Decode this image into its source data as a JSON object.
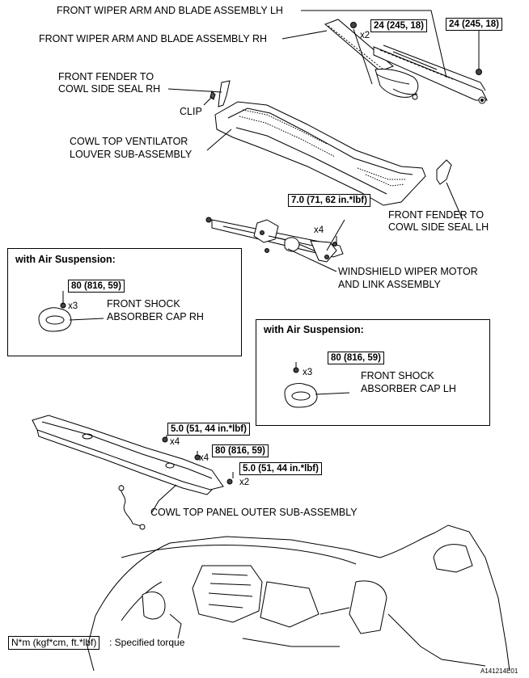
{
  "labels": {
    "wiper_lh": "FRONT WIPER ARM AND BLADE ASSEMBLY LH",
    "wiper_rh": "FRONT WIPER ARM AND BLADE ASSEMBLY RH",
    "seal_rh_1": "FRONT FENDER TO",
    "seal_rh_2": "COWL SIDE SEAL RH",
    "clip": "CLIP",
    "louver_1": "COWL TOP VENTILATOR",
    "louver_2": "LOUVER SUB-ASSEMBLY",
    "seal_lh_1": "FRONT FENDER TO",
    "seal_lh_2": "COWL SIDE SEAL LH",
    "motor_1": "WINDSHIELD WIPER MOTOR",
    "motor_2": "AND LINK ASSEMBLY",
    "cap_rh_1": "FRONT SHOCK",
    "cap_rh_2": "ABSORBER CAP RH",
    "cap_lh_1": "FRONT SHOCK",
    "cap_lh_2": "ABSORBER CAP LH",
    "cowl_panel": "COWL TOP PANEL OUTER SUB-ASSEMBLY"
  },
  "boxes": {
    "air_rh_title": "with Air Suspension:",
    "air_lh_title": "with Air Suspension:"
  },
  "torques": {
    "wiper_nut_rh": "24 (245, 18)",
    "wiper_nut_lh": "24 (245, 18)",
    "motor_bolt": "7.0 (71, 62 in.*lbf)",
    "cap_rh_nut": "80 (816, 59)",
    "cap_lh_nut": "80 (816, 59)",
    "panel_bolt_a": "5.0 (51, 44 in.*lbf)",
    "panel_nut": "80 (816, 59)",
    "panel_bolt_b": "5.0 (51, 44 in.*lbf)"
  },
  "quantities": {
    "wiper_nut": "x2",
    "motor_bolt": "x4",
    "cap_rh": "x3",
    "cap_lh": "x3",
    "panel_bolt_a": "x4",
    "panel_nut": "x4",
    "panel_bolt_b": "x2"
  },
  "legend": {
    "key": "N*m (kgf*cm, ft.*lbf)",
    "text": ": Specified torque"
  },
  "figure_id": "A141214E01"
}
